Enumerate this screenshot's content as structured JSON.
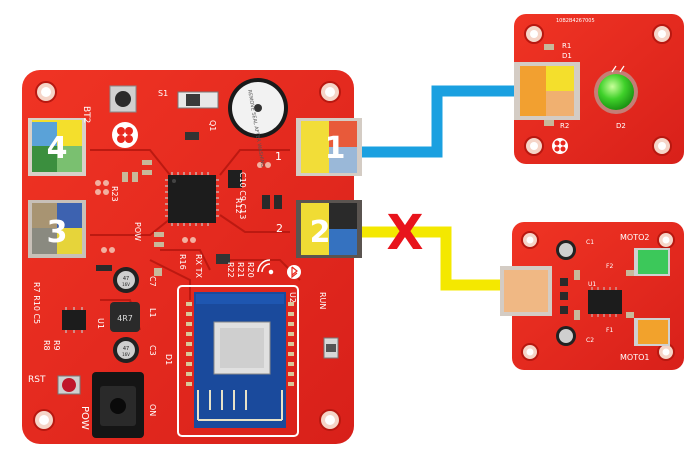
{
  "main_board": {
    "ports": [
      {
        "number": "4"
      },
      {
        "number": "3"
      },
      {
        "number": "1"
      },
      {
        "number": "2"
      }
    ],
    "silkscreen": {
      "bt2": "BT2",
      "s1": "S1",
      "pow": "POW",
      "rst": "RST",
      "run": "RUN",
      "num1": "1",
      "num2": "2",
      "c10_c9_c13": "C10 C9 C13",
      "r12": "R12",
      "r23": "R23",
      "r16": "R16",
      "c7": "C7",
      "l1": "L1",
      "c3": "C3",
      "u1": "U1",
      "r7": "R7 R10 C5",
      "r8": "R8",
      "r9": "R9",
      "d1": "D1",
      "q1": "Q1",
      "rx_tx": "RX TX",
      "r22": "R22",
      "r21": "R21",
      "r20": "R20",
      "u2": "U2",
      "on": "ON",
      "cap_47": "47",
      "cap_16v": "16V",
      "inductor": "4R7",
      "buzzer_text": "REMOVE SEAL AFTER WASHING"
    }
  },
  "led_module": {
    "serial": "10B2B4267005",
    "silkscreen": {
      "r1": "R1",
      "d1": "D1",
      "r2": "R2",
      "d2": "D2"
    }
  },
  "motor_module": {
    "silkscreen": {
      "moto2": "MOTO2",
      "moto1": "MOTO1",
      "c1": "C1",
      "c2": "C2",
      "u1": "U1",
      "f2": "F2",
      "f1": "F1"
    }
  },
  "connections": {
    "blue_wire_color": "#1aa0e0",
    "yellow_wire_color": "#f4e800",
    "x_mark": "X",
    "x_mark_color": "#e8141c"
  },
  "colors": {
    "pcb_red": "#e8281e",
    "pcb_dark": "#b81810"
  }
}
